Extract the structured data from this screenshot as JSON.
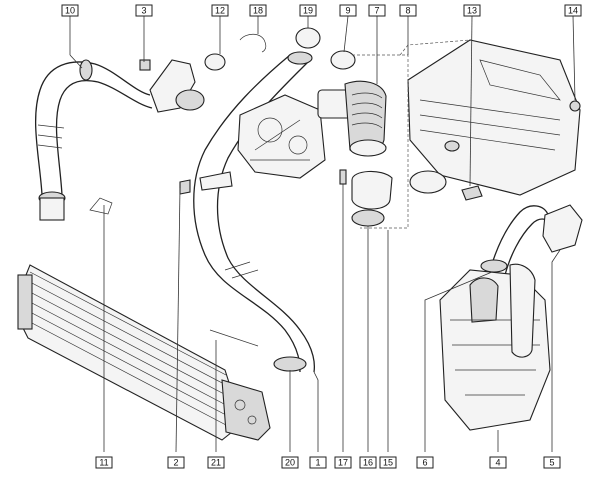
{
  "diagram": {
    "callouts": [
      {
        "id": "callout-10",
        "label": "10"
      },
      {
        "id": "callout-3",
        "label": "3"
      },
      {
        "id": "callout-12",
        "label": "12"
      },
      {
        "id": "callout-18",
        "label": "18"
      },
      {
        "id": "callout-19",
        "label": "19"
      },
      {
        "id": "callout-9",
        "label": "9"
      },
      {
        "id": "callout-7",
        "label": "7"
      },
      {
        "id": "callout-8",
        "label": "8"
      },
      {
        "id": "callout-13",
        "label": "13"
      },
      {
        "id": "callout-14",
        "label": "14"
      },
      {
        "id": "callout-11",
        "label": "11"
      },
      {
        "id": "callout-2",
        "label": "2"
      },
      {
        "id": "callout-21",
        "label": "21"
      },
      {
        "id": "callout-20",
        "label": "20"
      },
      {
        "id": "callout-1",
        "label": "1"
      },
      {
        "id": "callout-17",
        "label": "17"
      },
      {
        "id": "callout-16",
        "label": "16"
      },
      {
        "id": "callout-15",
        "label": "15"
      },
      {
        "id": "callout-6",
        "label": "6"
      },
      {
        "id": "callout-4",
        "label": "4"
      },
      {
        "id": "callout-5",
        "label": "5"
      }
    ]
  }
}
